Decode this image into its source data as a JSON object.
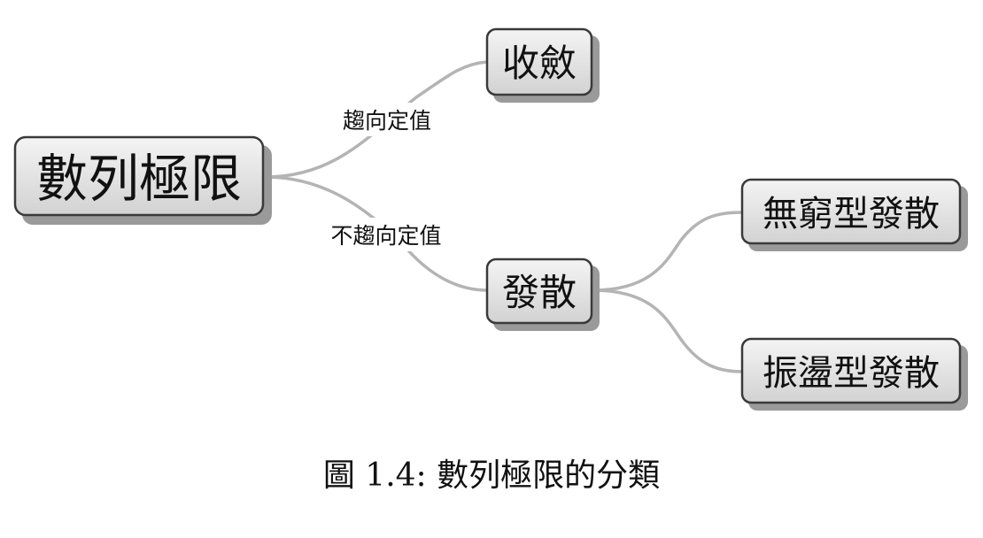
{
  "nodes": {
    "root": "數列極限",
    "converge": "收斂",
    "diverge": "發散",
    "infinite_diverge": "無窮型發散",
    "oscillating_diverge": "振盪型發散"
  },
  "edges": {
    "to_converge": "趨向定值",
    "to_diverge": "不趨向定值"
  },
  "caption": {
    "label": "圖 1.4:",
    "text": "數列極限的分類"
  },
  "colors": {
    "node_fill_light": "#f2f2f2",
    "node_fill_dark": "#d4d4d4",
    "edge": "#b4b4b4",
    "border": "#3a3a3a"
  }
}
